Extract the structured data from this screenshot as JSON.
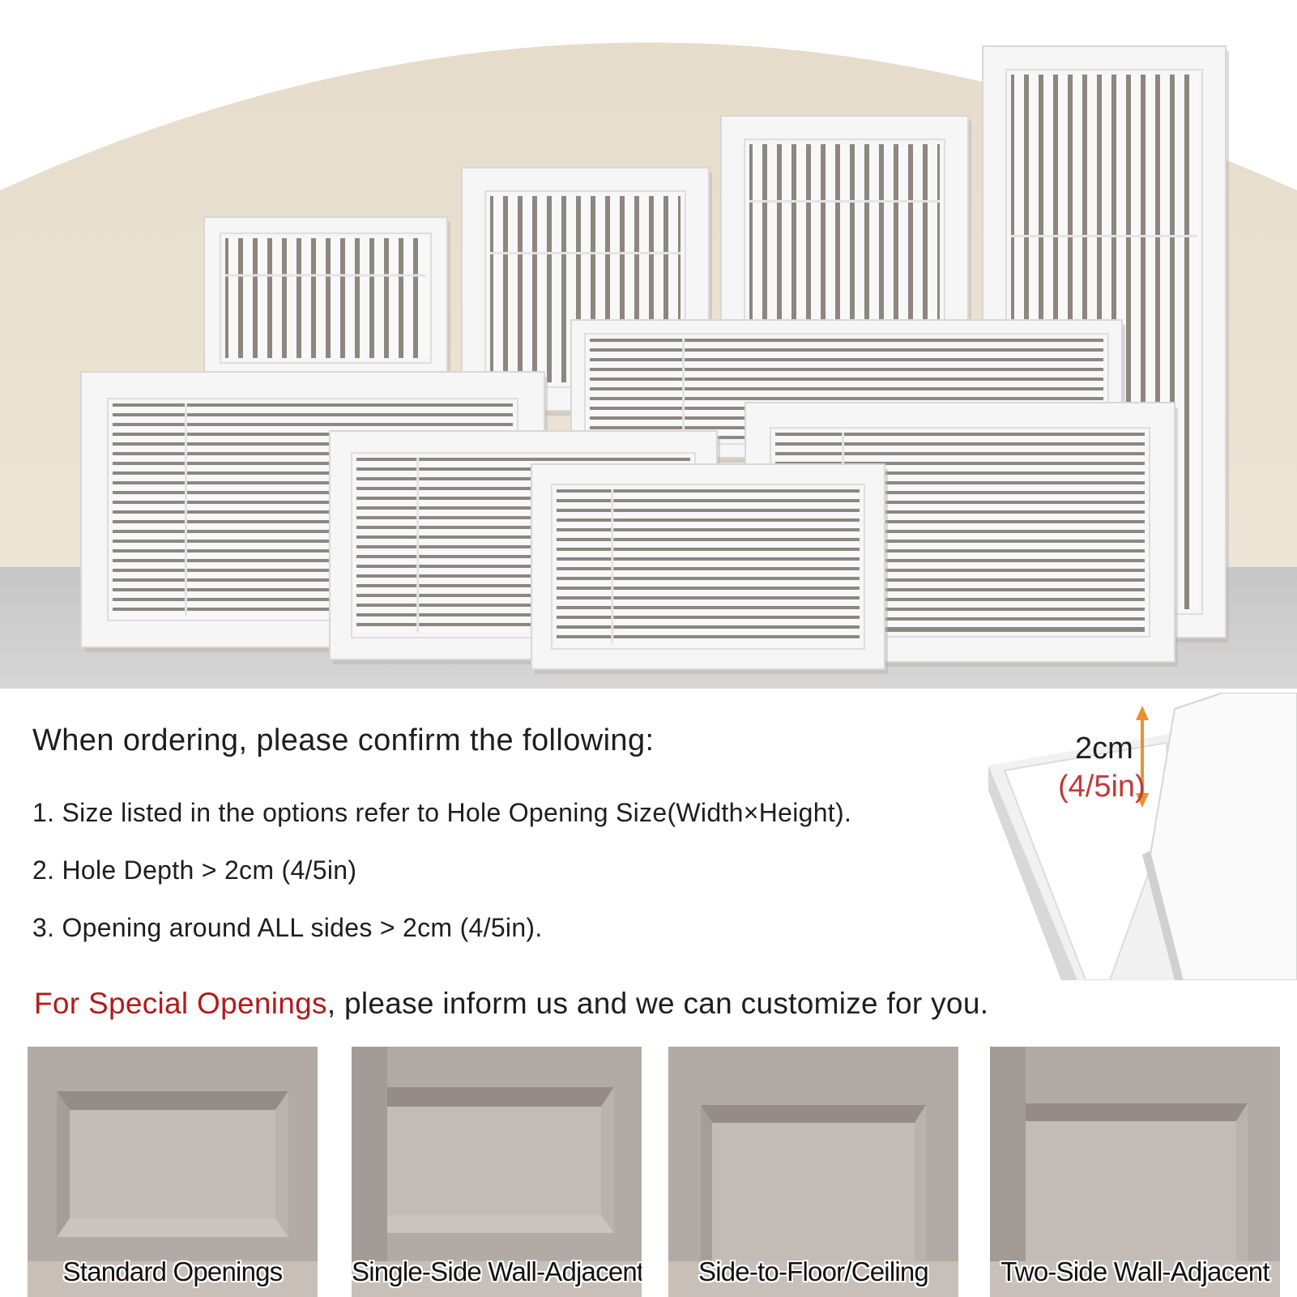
{
  "instructions": {
    "heading": "When ordering, please confirm the following:",
    "items": [
      "1. Size listed in the options refer to Hole Opening Size(Width×Height).",
      "2. Hole Depth > 2cm (4/5in)",
      "3. Opening around ALL sides > 2cm (4/5in)."
    ]
  },
  "special": {
    "highlight": "For Special Openings",
    "rest": ", please inform us and we can customize for you.",
    "highlight_color": "#b31b1b"
  },
  "depth": {
    "value": "2cm",
    "inch": "(4/5in)",
    "arrow_color": "#e8932f"
  },
  "openings": [
    {
      "label": "Standard Openings",
      "type": "standard"
    },
    {
      "label": "Single-Side Wall-Adjacent",
      "type": "single-side"
    },
    {
      "label": "Side-to-Floor/Ceiling",
      "type": "floor-ceiling"
    },
    {
      "label": "Two-Side Wall-Adjacent",
      "type": "two-side"
    }
  ],
  "colors": {
    "wall": "#eadfcc",
    "floor": "#c9c9c9",
    "grille": "#f6f6f6",
    "card": "#b3aba6"
  }
}
